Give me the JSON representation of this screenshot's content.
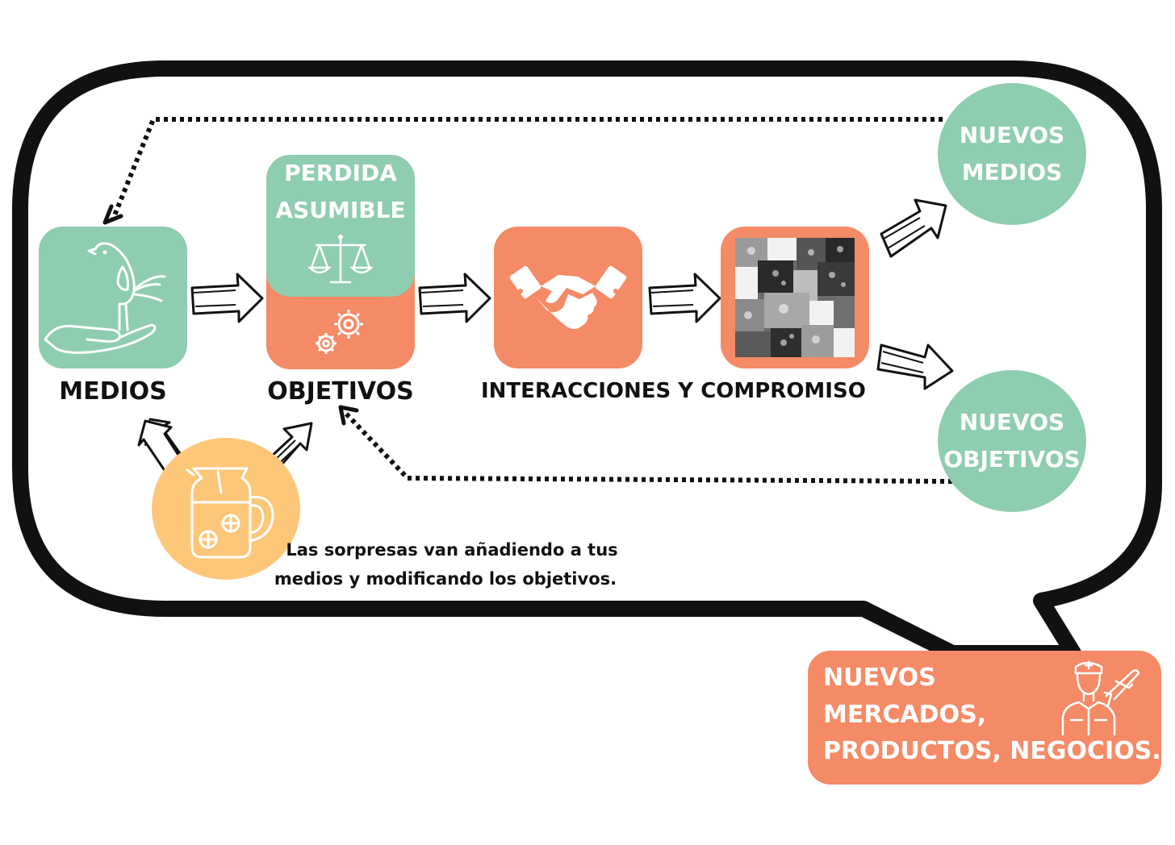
{
  "colors": {
    "green": "#8ecdb0",
    "orange": "#f58a66",
    "yellow": "#fdc77a",
    "outline": "#111111",
    "white": "#ffffff"
  },
  "steps": {
    "medios": {
      "label": "MEDIOS",
      "icon": "bird-on-hand-icon"
    },
    "objetivos": {
      "label": "OBJETIVOS",
      "top_text_line1": "PERDIDA",
      "top_text_line2": "ASUMIBLE",
      "top_icon": "balance-scale-icon",
      "bottom_icon": "gears-icon"
    },
    "interacciones": {
      "label": "INTERACCIONES Y COMPROMISO",
      "icon": "handshake-icon"
    },
    "patchwork": {
      "icon": "patchwork-quilt-icon"
    }
  },
  "outcomes": {
    "nuevos_medios": {
      "line1": "NUEVOS",
      "line2": "MEDIOS"
    },
    "nuevos_objetivos": {
      "line1": "NUEVOS",
      "line2": "OBJETIVOS"
    }
  },
  "surprise": {
    "icon": "lemonade-pitcher-icon",
    "text_line1": "Las sorpresas van añadiendo a tus",
    "text_line2": "medios y modificando los objetivos."
  },
  "result": {
    "line1": "NUEVOS",
    "line2": "MERCADOS,",
    "line3": "PRODUCTOS, NEGOCIOS...",
    "icon": "pilot-airplane-icon"
  }
}
